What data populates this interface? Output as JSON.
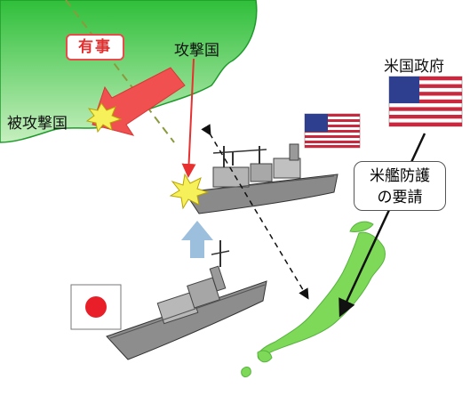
{
  "diagram": {
    "emergency_label": "有事",
    "attacking_country": "攻撃国",
    "attacked_country": "被攻撃国",
    "us_government": "米国政府",
    "request_line1": "米艦防護",
    "request_line2": "の要請"
  },
  "colors": {
    "land_green": "#33c233",
    "land_green_light": "#b7e8b2",
    "attack_arrow": "#f0504f",
    "escort_arrow": "#9bbfdc",
    "japan_land": "#7dd957"
  },
  "icons": [
    "us-flag-icon",
    "japan-flag-icon",
    "us-ship-icon",
    "japan-destroyer-icon",
    "explosion-icon"
  ]
}
